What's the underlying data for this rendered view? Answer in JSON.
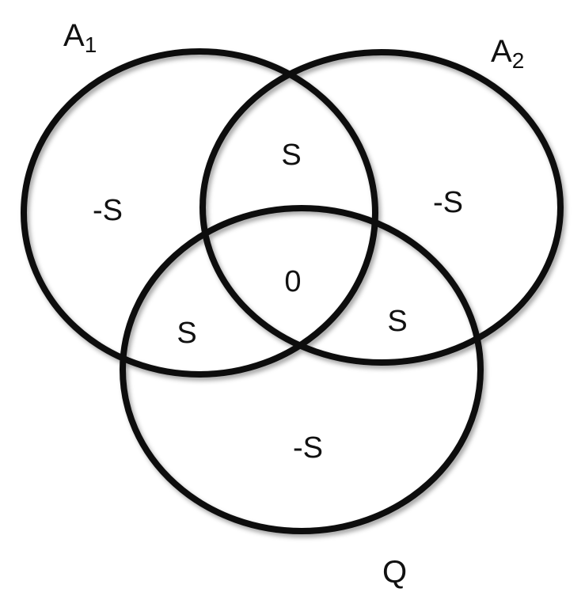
{
  "sets": {
    "a1": {
      "base": "A",
      "subscript": "1"
    },
    "a2": {
      "base": "A",
      "subscript": "2"
    },
    "q": {
      "base": "Q",
      "subscript": ""
    }
  },
  "regions": {
    "a1_only": "-S",
    "a2_only": "-S",
    "q_only": "-S",
    "a1_a2": "S",
    "a1_q": "S",
    "a2_q": "S",
    "center": "0"
  },
  "colors": {
    "stroke": "#111111",
    "background": "#ffffff"
  }
}
